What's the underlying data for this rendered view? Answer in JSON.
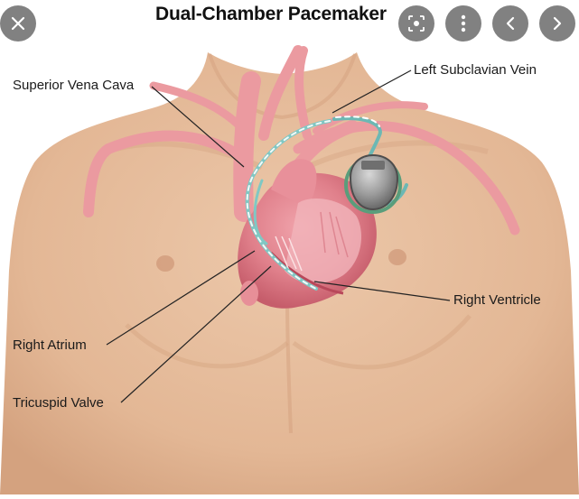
{
  "figure": {
    "title": "Dual-Chamber Pacemaker",
    "labels": {
      "superior_vena_cava": "Superior Vena Cava",
      "left_subclavian_vein": "Left Subclavian Vein",
      "right_atrium": "Right Atrium",
      "tricuspid_valve": "Tricuspid Valve",
      "right_ventricle": "Right Ventricle"
    }
  },
  "viewer": {
    "close_icon": "close-icon",
    "lens_icon": "visual-search-icon",
    "more_icon": "more-vert-icon",
    "prev_icon": "chevron-left-icon",
    "next_icon": "chevron-right-icon"
  },
  "colors": {
    "skin": "#e6bf9f",
    "skin_shadow": "#d6a583",
    "vessel": "#eb9aa0",
    "heart": "#e07f8a",
    "heart_dark": "#c45b69",
    "lead_wire": "#7fc8c4",
    "device": "#9a9a9a",
    "button_bg": "#505050"
  }
}
